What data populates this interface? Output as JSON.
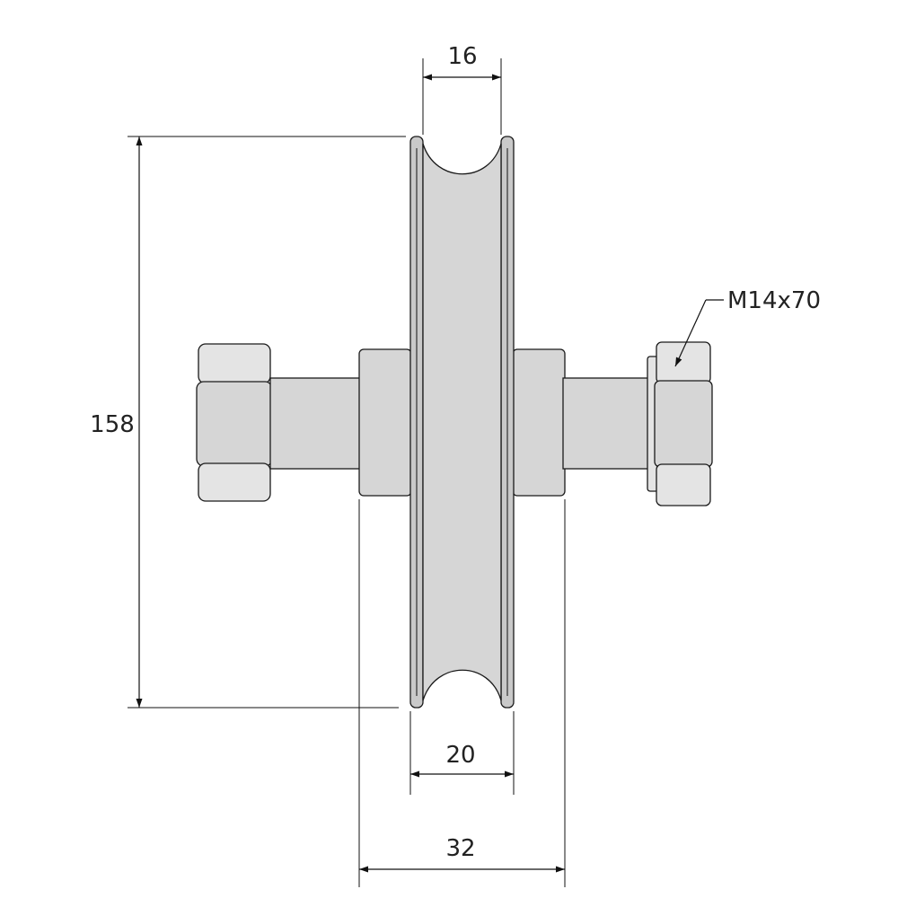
{
  "dimensions": {
    "overall_diameter": "158",
    "groove_width": "16",
    "wheel_width": "20",
    "hub_width": "32"
  },
  "callouts": {
    "bolt_spec": "M14x70"
  },
  "colors": {
    "part_fill": "#d6d6d6",
    "outline": "#1a1a1a",
    "dimension": "#111111"
  }
}
